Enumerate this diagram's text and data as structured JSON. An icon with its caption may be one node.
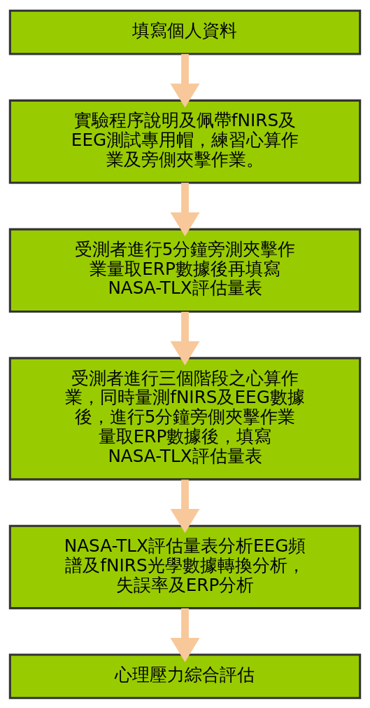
{
  "diagram": {
    "nodes": [
      {
        "text": [
          "填寫個人資料"
        ]
      },
      {
        "text": [
          "實驗程序說明及佩帶fNIRS及EEG測試專用帽，練習心算作業及旁側夾擊作業。"
        ]
      },
      {
        "text": [
          "受測者進行5分鐘旁測夾擊作業量取ERP數據後再填寫NASA-TLX評估量表"
        ]
      },
      {
        "text": [
          "受測者進行三個階段之心算作業，同時量測fNIRS及EEG數據後，進行5分鐘旁側夾擊作業量取ERP數據後，填寫NASA-TLX評估量表"
        ]
      },
      {
        "text": [
          "NASA-TLX評估量表分析EEG頻譜及fNIRS光學數據轉換分析，失誤率及ERP分析"
        ]
      },
      {
        "text": [
          "心理壓力綜合評估"
        ]
      }
    ],
    "edges": [
      {
        "from": 0,
        "to": 1,
        "arrow": "to"
      },
      {
        "from": 1,
        "to": 2,
        "arrow": "to"
      },
      {
        "from": 2,
        "to": 3,
        "arrow": "to"
      },
      {
        "from": 3,
        "to": 4,
        "arrow": "to"
      },
      {
        "from": 4,
        "to": 5,
        "arrow": "to"
      }
    ]
  }
}
